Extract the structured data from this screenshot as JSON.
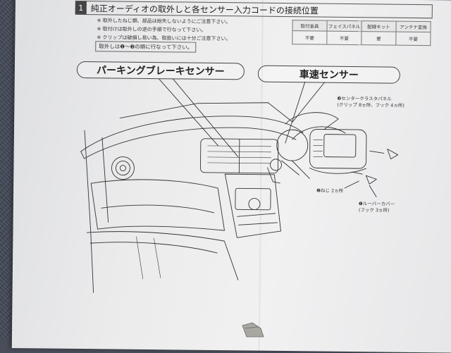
{
  "header": {
    "number": "1",
    "title": "純正オーディオの取外しと各センサー入力コードの接続位置"
  },
  "notes": [
    "取外したねじ類、部品は紛失しないようにご注意下さい。",
    "取付けは取外しの逆の手順で行なって下さい。",
    "クリップは破損し易い為、取扱いには十分ご注意下さい。"
  ],
  "order_note": "取外しは❶〜❸の順に行なって下さい。",
  "parts_table": {
    "headers": [
      "取付金具",
      "フェイスパネル",
      "配線キット",
      "アンテナ変換"
    ],
    "values": [
      "不要",
      "不要",
      "要",
      "不要"
    ]
  },
  "callouts": {
    "parking": "パーキングブレーキセンサー",
    "speed": "車速センサー"
  },
  "parts_labels": {
    "center_panel": [
      "❸センタークラスタパネル",
      "(クリップ 8ヵ所、フック 4ヵ所)"
    ],
    "screw": "❷ねじ 2ヵ所",
    "louver": [
      "❶ルーバーカバー",
      "(フック 3ヵ所)"
    ]
  }
}
